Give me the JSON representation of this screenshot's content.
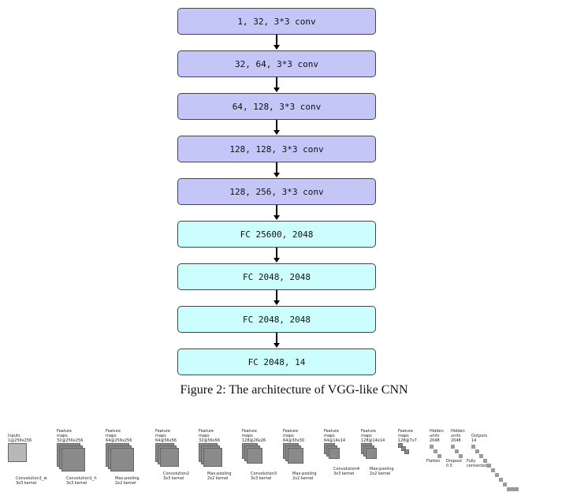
{
  "flow": {
    "blocks": [
      {
        "label": "1, 32, 3*3 conv",
        "kind": "conv"
      },
      {
        "label": "32, 64, 3*3 conv",
        "kind": "conv"
      },
      {
        "label": "64, 128, 3*3 conv",
        "kind": "conv"
      },
      {
        "label": "128, 128, 3*3 conv",
        "kind": "conv"
      },
      {
        "label": "128, 256, 3*3 conv",
        "kind": "conv"
      },
      {
        "label": "FC 25600, 2048",
        "kind": "fc"
      },
      {
        "label": "FC 2048, 2048",
        "kind": "fc"
      },
      {
        "label": "FC 2048, 2048",
        "kind": "fc"
      },
      {
        "label": "FC 2048, 14",
        "kind": "fc"
      }
    ],
    "colors": {
      "conv": "#c4c6f7",
      "fc": "#ccfefe"
    }
  },
  "caption": "Figure 2: The architecture of VGG-like CNN",
  "bottom": {
    "stage_labels": [
      "Inputs\n1@256x256",
      "Feature\nmaps\n32@256x256",
      "Feature\nmaps\n64@256x256",
      "Feature\nmaps\n64@56x56",
      "Feature\nmaps\n32@56x56",
      "Feature\nmaps\n128@26x26",
      "Feature\nmaps\n64@30x30",
      "Feature\nmaps\n64@14x14",
      "Feature\nmaps\n128@14x14",
      "Feature\nmaps\n128@7x7",
      "Hidden\nunits\n2048",
      "Hidden\nunits\n2048",
      "Outputs\n14"
    ],
    "op_labels": [
      "Convolution1_w\n3x3 kernel",
      "Convolution1_h\n3x3 kernel",
      "Max-pooling\n2x2 kernel",
      "Convolution2\n3x3 kernel",
      "Max-pooling\n2x2 kernel",
      "Convolution3\n3x3 kernel",
      "Max-pooling\n2x2 kernel",
      "Convolution4\n3x3 kernel",
      "Max-pooling\n2x2 kernel",
      "Flatten",
      "Dropout\n0.5",
      "Fully\nconnected"
    ]
  }
}
